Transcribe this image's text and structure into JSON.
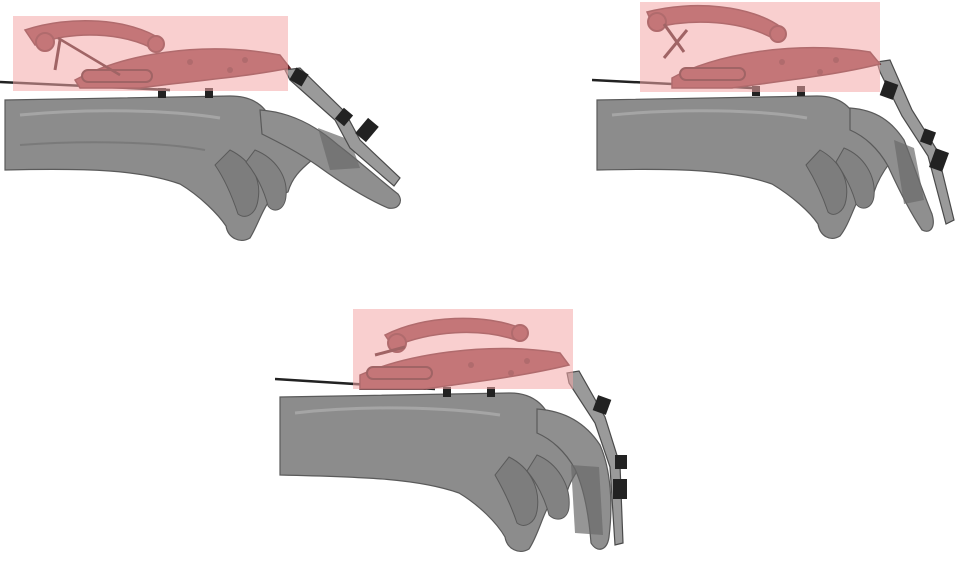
{
  "figure": {
    "panels": [
      {
        "id": "panel-1",
        "highlight": "mechanism-region",
        "pose": "index-flexed"
      },
      {
        "id": "panel-2",
        "highlight": "mechanism-region",
        "pose": "index-extended-down"
      },
      {
        "id": "panel-3",
        "highlight": "mechanism-region",
        "pose": "index-partially-flexed"
      }
    ],
    "colors": {
      "highlight": "#f4a7a7",
      "mechanism": "#8b3a3e",
      "mechanism_dark": "#5e2226",
      "hand": "#8c8c8c",
      "hand_dark": "#5a5a5a",
      "hand_light": "#b5b5b5",
      "finger_link": "#7a7a7a",
      "cable": "#222222"
    }
  }
}
